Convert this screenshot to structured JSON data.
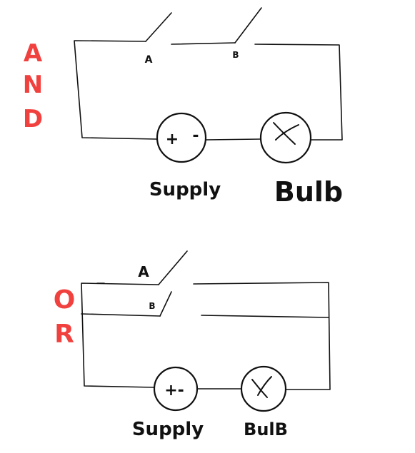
{
  "colors": {
    "gate_label": "#f0413f",
    "ink": "#111111",
    "background": "#ffffff"
  },
  "and_circuit": {
    "gate_letters": [
      "A",
      "N",
      "D"
    ],
    "switch_a_label": "A",
    "switch_b_label": "B",
    "supply_symbol_plus": "+",
    "supply_symbol_minus": "-",
    "supply_label": "Supply",
    "bulb_label": "Bulb",
    "bulb_icon": "bulb-cross-icon"
  },
  "or_circuit": {
    "gate_letters": [
      "O",
      "R"
    ],
    "switch_a_label": "A",
    "switch_b_label": "B",
    "supply_symbol": "+-",
    "supply_label": "Supply",
    "bulb_label": "BulB",
    "bulb_icon": "bulb-cross-icon"
  }
}
